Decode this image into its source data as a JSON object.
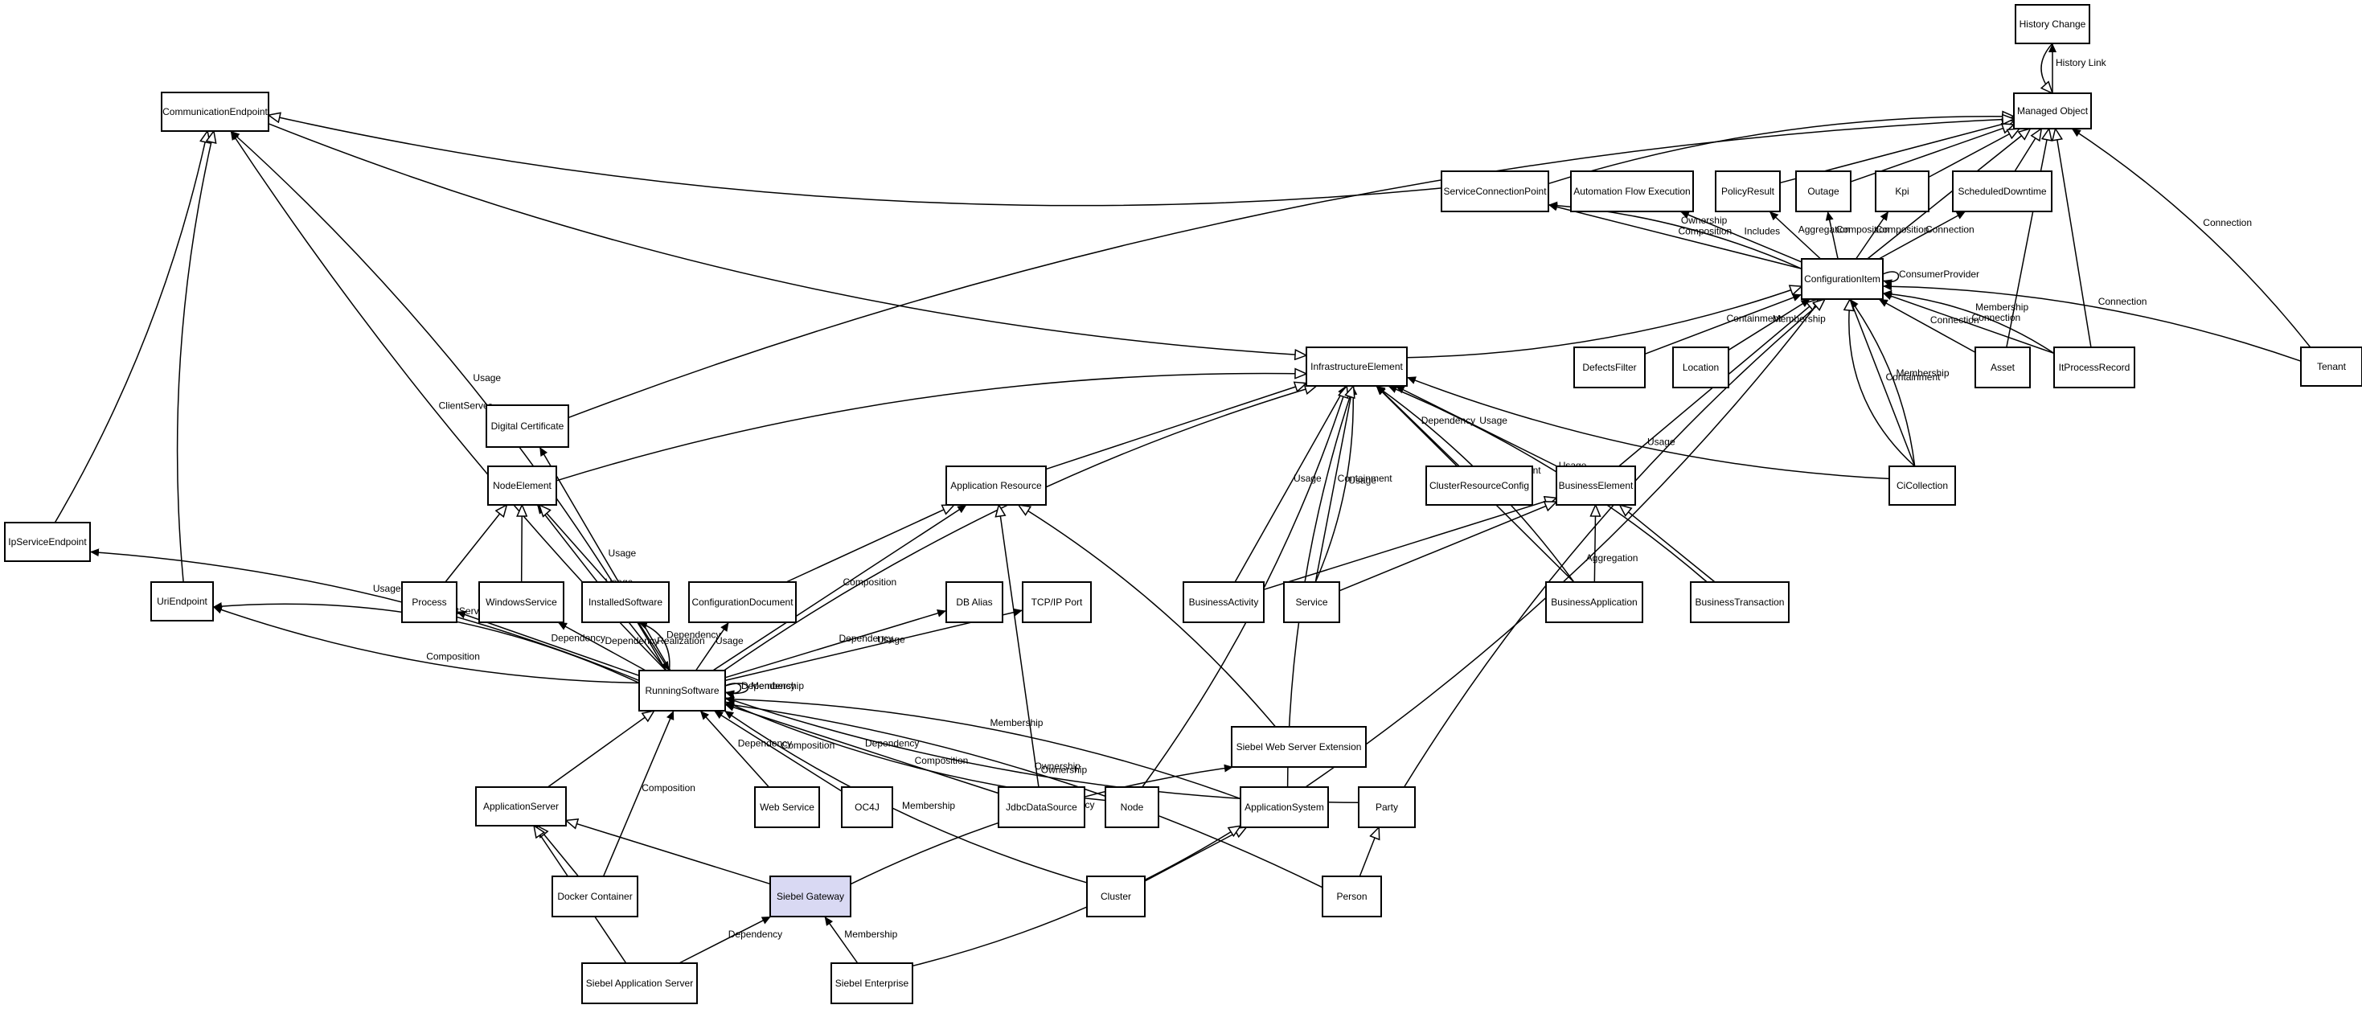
{
  "nodes": [
    {
      "id": "history",
      "label": "History Change"
    },
    {
      "id": "mo",
      "label": "Managed Object"
    },
    {
      "id": "ce",
      "label": "CommunicationEndpoint"
    },
    {
      "id": "scp",
      "label": "ServiceConnectionPoint"
    },
    {
      "id": "afe",
      "label": "Automation Flow Execution"
    },
    {
      "id": "pr",
      "label": "PolicyResult"
    },
    {
      "id": "outage",
      "label": "Outage"
    },
    {
      "id": "kpi",
      "label": "Kpi"
    },
    {
      "id": "sd",
      "label": "ScheduledDowntime"
    },
    {
      "id": "ci",
      "label": "ConfigurationItem"
    },
    {
      "id": "ie",
      "label": "InfrastructureElement"
    },
    {
      "id": "df",
      "label": "DefectsFilter"
    },
    {
      "id": "loc",
      "label": "Location"
    },
    {
      "id": "asset",
      "label": "Asset"
    },
    {
      "id": "itpr",
      "label": "ItProcessRecord"
    },
    {
      "id": "tenant",
      "label": "Tenant"
    },
    {
      "id": "dc",
      "label": "Digital Certificate"
    },
    {
      "id": "ne",
      "label": "NodeElement"
    },
    {
      "id": "ar",
      "label": "Application Resource"
    },
    {
      "id": "crc",
      "label": "ClusterResourceConfig"
    },
    {
      "id": "be",
      "label": "BusinessElement"
    },
    {
      "id": "cic",
      "label": "CiCollection"
    },
    {
      "id": "ipse",
      "label": "IpServiceEndpoint"
    },
    {
      "id": "uri",
      "label": "UriEndpoint"
    },
    {
      "id": "proc",
      "label": "Process"
    },
    {
      "id": "ws",
      "label": "WindowsService"
    },
    {
      "id": "is",
      "label": "InstalledSoftware"
    },
    {
      "id": "cd",
      "label": "ConfigurationDocument"
    },
    {
      "id": "dba",
      "label": "DB Alias"
    },
    {
      "id": "tcp",
      "label": "TCP/IP Port"
    },
    {
      "id": "ba",
      "label": "BusinessActivity"
    },
    {
      "id": "svc",
      "label": "Service"
    },
    {
      "id": "bapp",
      "label": "BusinessApplication"
    },
    {
      "id": "bt",
      "label": "BusinessTransaction"
    },
    {
      "id": "rs",
      "label": "RunningSoftware"
    },
    {
      "id": "swse",
      "label": "Siebel Web Server Extension"
    },
    {
      "id": "as",
      "label": "ApplicationServer"
    },
    {
      "id": "websvc",
      "label": "Web Service"
    },
    {
      "id": "oc4j",
      "label": "OC4J"
    },
    {
      "id": "jds",
      "label": "JdbcDataSource"
    },
    {
      "id": "node",
      "label": "Node"
    },
    {
      "id": "appsys",
      "label": "ApplicationSystem"
    },
    {
      "id": "party",
      "label": "Party"
    },
    {
      "id": "sg",
      "label": "Siebel Gateway"
    },
    {
      "id": "docker",
      "label": "Docker Container"
    },
    {
      "id": "cluster",
      "label": "Cluster"
    },
    {
      "id": "person",
      "label": "Person"
    },
    {
      "id": "sas",
      "label": "Siebel Application Server"
    },
    {
      "id": "se",
      "label": "Siebel Enterprise"
    }
  ],
  "edges": [
    {
      "from": "mo",
      "to": "history",
      "type": "association",
      "label": "History Link"
    },
    {
      "from": "history",
      "to": "mo",
      "type": "inheritance",
      "label": ""
    },
    {
      "from": "scp",
      "to": "mo",
      "type": "inheritance",
      "label": ""
    },
    {
      "from": "pr",
      "to": "mo",
      "type": "inheritance",
      "label": ""
    },
    {
      "from": "outage",
      "to": "mo",
      "type": "inheritance",
      "label": ""
    },
    {
      "from": "kpi",
      "to": "mo",
      "type": "inheritance",
      "label": ""
    },
    {
      "from": "sd",
      "to": "mo",
      "type": "inheritance",
      "label": ""
    },
    {
      "from": "ci",
      "to": "mo",
      "type": "inheritance",
      "label": ""
    },
    {
      "from": "dc",
      "to": "mo",
      "type": "inheritance",
      "label": ""
    },
    {
      "from": "tenant",
      "to": "mo",
      "type": "association",
      "label": "Connection"
    },
    {
      "from": "asset",
      "to": "mo",
      "type": "inheritance",
      "label": ""
    },
    {
      "from": "itpr",
      "to": "mo",
      "type": "inheritance",
      "label": ""
    },
    {
      "from": "ci",
      "to": "scp",
      "type": "association",
      "label": "Composition"
    },
    {
      "from": "ci",
      "to": "scp",
      "type": "association",
      "label": "Ownership"
    },
    {
      "from": "ci",
      "to": "afe",
      "type": "association",
      "label": "Includes"
    },
    {
      "from": "ci",
      "to": "pr",
      "type": "association",
      "label": "Aggregation"
    },
    {
      "from": "ci",
      "to": "outage",
      "type": "association",
      "label": "Composition"
    },
    {
      "from": "ci",
      "to": "kpi",
      "type": "association",
      "label": "Composition"
    },
    {
      "from": "ci",
      "to": "sd",
      "type": "association",
      "label": "Connection"
    },
    {
      "from": "ci",
      "to": "ci",
      "type": "association",
      "label": "ConsumerProvider"
    },
    {
      "from": "df",
      "to": "ci",
      "type": "association",
      "label": "Containment"
    },
    {
      "from": "loc",
      "to": "ci",
      "type": "association",
      "label": "Membership"
    },
    {
      "from": "asset",
      "to": "ci",
      "type": "association",
      "label": "Connection"
    },
    {
      "from": "itpr",
      "to": "ci",
      "type": "association",
      "label": "Connection"
    },
    {
      "from": "itpr",
      "to": "ci",
      "type": "association",
      "label": "Membership"
    },
    {
      "from": "tenant",
      "to": "ci",
      "type": "association",
      "label": "Connection"
    },
    {
      "from": "cic",
      "to": "ci",
      "type": "association",
      "label": "Containment"
    },
    {
      "from": "cic",
      "to": "ci",
      "type": "association",
      "label": "Membership"
    },
    {
      "from": "cic",
      "to": "ie",
      "type": "association",
      "label": "Usage"
    },
    {
      "from": "ie",
      "to": "ci",
      "type": "inheritance",
      "label": ""
    },
    {
      "from": "be",
      "to": "ci",
      "type": "inheritance",
      "label": ""
    },
    {
      "from": "cic",
      "to": "ci",
      "type": "inheritance",
      "label": ""
    },
    {
      "from": "scp",
      "to": "ce",
      "type": "inheritance",
      "label": ""
    },
    {
      "from": "ce",
      "to": "ie",
      "type": "inheritance",
      "label": ""
    },
    {
      "from": "ne",
      "to": "ie",
      "type": "inheritance",
      "label": ""
    },
    {
      "from": "ar",
      "to": "ie",
      "type": "inheritance",
      "label": ""
    },
    {
      "from": "crc",
      "to": "ie",
      "type": "association",
      "label": "Dependency"
    },
    {
      "from": "be",
      "to": "ie",
      "type": "association",
      "label": "Usage"
    },
    {
      "from": "ba",
      "to": "ie",
      "type": "association",
      "label": "Usage"
    },
    {
      "from": "svc",
      "to": "ie",
      "type": "association",
      "label": "Containment"
    },
    {
      "from": "svc",
      "to": "ie",
      "type": "association",
      "label": "Usage"
    },
    {
      "from": "bapp",
      "to": "ie",
      "type": "association",
      "label": "Usage"
    },
    {
      "from": "bapp",
      "to": "ie",
      "type": "association",
      "label": "Containment"
    },
    {
      "from": "bt",
      "to": "ie",
      "type": "association",
      "label": "Usage"
    },
    {
      "from": "rs",
      "to": "ie",
      "type": "inheritance",
      "label": ""
    },
    {
      "from": "node",
      "to": "ie",
      "type": "inheritance",
      "label": ""
    },
    {
      "from": "appsys",
      "to": "ie",
      "type": "inheritance",
      "label": ""
    },
    {
      "from": "appsys",
      "to": "ci",
      "type": "association",
      "label": "Aggregation"
    },
    {
      "from": "party",
      "to": "ci",
      "type": "inheritance",
      "label": ""
    },
    {
      "from": "ba",
      "to": "be",
      "type": "inheritance",
      "label": ""
    },
    {
      "from": "svc",
      "to": "be",
      "type": "inheritance",
      "label": ""
    },
    {
      "from": "bapp",
      "to": "be",
      "type": "inheritance",
      "label": ""
    },
    {
      "from": "bt",
      "to": "be",
      "type": "inheritance",
      "label": ""
    },
    {
      "from": "ipse",
      "to": "ce",
      "type": "inheritance",
      "label": ""
    },
    {
      "from": "uri",
      "to": "ce",
      "type": "inheritance",
      "label": ""
    },
    {
      "from": "rs",
      "to": "ce",
      "type": "association",
      "label": "Usage"
    },
    {
      "from": "rs",
      "to": "ce",
      "type": "association",
      "label": "ClientServer"
    },
    {
      "from": "rs",
      "to": "ipse",
      "type": "association",
      "label": "Usage"
    },
    {
      "from": "rs",
      "to": "uri",
      "type": "association",
      "label": "Composition"
    },
    {
      "from": "rs",
      "to": "uri",
      "type": "association",
      "label": "ClientServer"
    },
    {
      "from": "rs",
      "to": "dc",
      "type": "association",
      "label": "Usage"
    },
    {
      "from": "rs",
      "to": "ne",
      "type": "association",
      "label": "Usage"
    },
    {
      "from": "proc",
      "to": "ne",
      "type": "inheritance",
      "label": ""
    },
    {
      "from": "ws",
      "to": "ne",
      "type": "inheritance",
      "label": ""
    },
    {
      "from": "is",
      "to": "ne",
      "type": "inheritance",
      "label": ""
    },
    {
      "from": "cd",
      "to": "ar",
      "type": "inheritance",
      "label": ""
    },
    {
      "from": "jds",
      "to": "ar",
      "type": "inheritance",
      "label": ""
    },
    {
      "from": "swse",
      "to": "ar",
      "type": "inheritance",
      "label": ""
    },
    {
      "from": "rs",
      "to": "ar",
      "type": "association",
      "label": "Composition"
    },
    {
      "from": "rs",
      "to": "proc",
      "type": "association",
      "label": "Dependency"
    },
    {
      "from": "rs",
      "to": "ws",
      "type": "association",
      "label": "Dependency"
    },
    {
      "from": "is",
      "to": "rs",
      "type": "association",
      "label": "Realization"
    },
    {
      "from": "rs",
      "to": "is",
      "type": "association",
      "label": "Dependency"
    },
    {
      "from": "rs",
      "to": "cd",
      "type": "association",
      "label": "Usage"
    },
    {
      "from": "rs",
      "to": "dba",
      "type": "association",
      "label": "Dependency"
    },
    {
      "from": "rs",
      "to": "tcp",
      "type": "association",
      "label": "Usage"
    },
    {
      "from": "rs",
      "to": "rs",
      "type": "association",
      "label": "Dependency"
    },
    {
      "from": "rs",
      "to": "rs",
      "type": "association",
      "label": "Membership"
    },
    {
      "from": "as",
      "to": "rs",
      "type": "inheritance",
      "label": ""
    },
    {
      "from": "websvc",
      "to": "rs",
      "type": "association",
      "label": "Dependency"
    },
    {
      "from": "oc4j",
      "to": "rs",
      "type": "association",
      "label": "Composition"
    },
    {
      "from": "jds",
      "to": "rs",
      "type": "association",
      "label": "Dependency"
    },
    {
      "from": "node",
      "to": "rs",
      "type": "association",
      "label": "Composition"
    },
    {
      "from": "appsys",
      "to": "rs",
      "type": "association",
      "label": "Membership"
    },
    {
      "from": "party",
      "to": "rs",
      "type": "association",
      "label": "Ownership"
    },
    {
      "from": "person",
      "to": "rs",
      "type": "association",
      "label": "Ownership"
    },
    {
      "from": "cluster",
      "to": "rs",
      "type": "association",
      "label": "Membership"
    },
    {
      "from": "docker",
      "to": "rs",
      "type": "association",
      "label": "Composition"
    },
    {
      "from": "sg",
      "to": "swse",
      "type": "association",
      "label": "Dependency"
    },
    {
      "from": "sg",
      "to": "as",
      "type": "inheritance",
      "label": ""
    },
    {
      "from": "docker",
      "to": "as",
      "type": "inheritance",
      "label": ""
    },
    {
      "from": "sas",
      "to": "as",
      "type": "inheritance",
      "label": ""
    },
    {
      "from": "sas",
      "to": "sg",
      "type": "association",
      "label": "Dependency"
    },
    {
      "from": "se",
      "to": "sg",
      "type": "association",
      "label": "Membership"
    },
    {
      "from": "cluster",
      "to": "appsys",
      "type": "inheritance",
      "label": ""
    },
    {
      "from": "se",
      "to": "appsys",
      "type": "inheritance",
      "label": ""
    },
    {
      "from": "person",
      "to": "party",
      "type": "inheritance",
      "label": ""
    }
  ]
}
